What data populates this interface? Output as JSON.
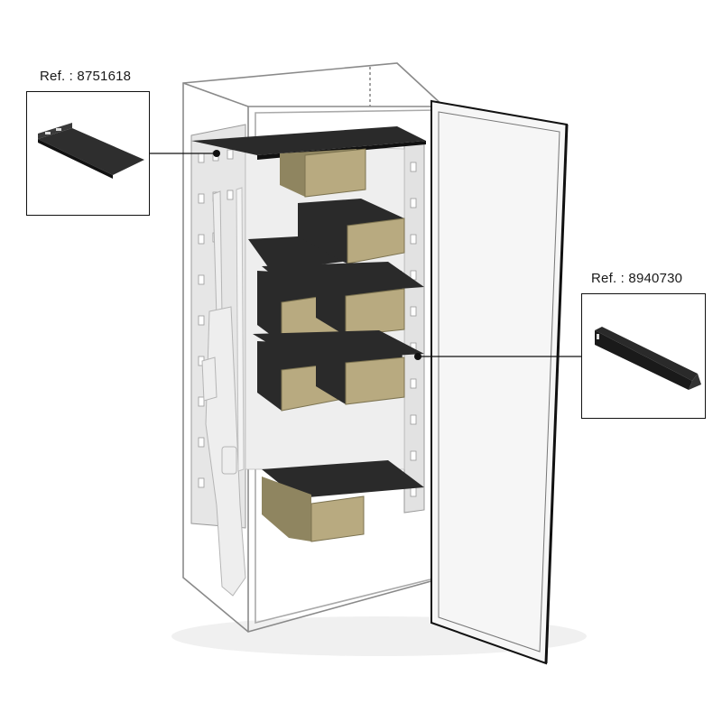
{
  "callouts": [
    {
      "id": "shelf-plate",
      "label": "Ref. : 8751618"
    },
    {
      "id": "shelf-bracket",
      "label": "Ref. : 8940730"
    }
  ],
  "colors": {
    "cabinet_outline": "#8a8a8a",
    "panel": "#e9e9e9",
    "shelf": "#2a2a2a",
    "bin": "#b8aa80",
    "bin_dark": "#8f8560",
    "rifle": "#efefef",
    "door": "#f4f4f4"
  }
}
